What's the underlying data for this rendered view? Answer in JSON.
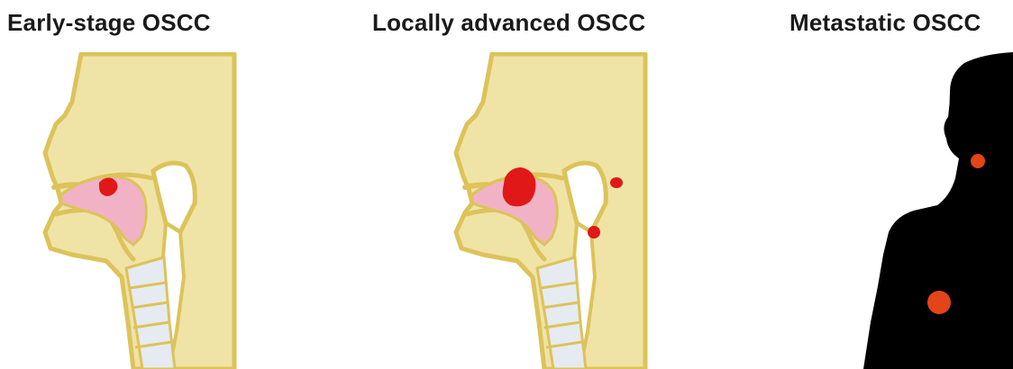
{
  "panels": [
    {
      "title": "Early-stage OSCC"
    },
    {
      "title": "Locally advanced OSCC"
    },
    {
      "title": "Metastatic OSCC"
    }
  ],
  "colors": {
    "tissue": "#f0e3a6",
    "outline": "#dcc35a",
    "tongue": "#f2b2c5",
    "airway": "#ffffff",
    "spine": "#e6ebf1",
    "tumor": "#e01818",
    "metastasis": "#e34418",
    "silhouette": "#000000"
  },
  "icons": [
    "head-sagittal-section",
    "human-silhouette"
  ]
}
